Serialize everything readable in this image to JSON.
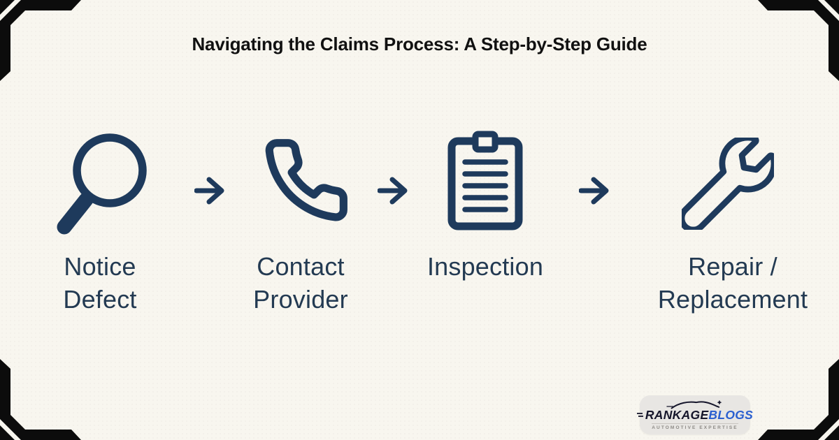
{
  "title": "Navigating the Claims Process: A Step-by-Step Guide",
  "colors": {
    "background": "#f8f6ef",
    "icon_navy": "#1e3a5c",
    "label_navy": "#233a52",
    "corner_black": "#0c0c0c",
    "title_black": "#111111",
    "logo_background": "#e8e6e3",
    "logo_blue": "#2a5fd0",
    "logo_dark": "#15152a"
  },
  "steps": [
    {
      "label": "Notice\nDefect",
      "icon": "magnifier-icon"
    },
    {
      "label": "Contact\nProvider",
      "icon": "phone-icon"
    },
    {
      "label": "Inspection",
      "icon": "clipboard-icon"
    },
    {
      "label": "Repair /\nReplacement",
      "icon": "wrench-icon"
    }
  ],
  "logo": {
    "brand_primary": "RANKAGE",
    "brand_secondary": "BLOGS",
    "tagline": "AUTOMOTIVE EXPERTISE"
  }
}
